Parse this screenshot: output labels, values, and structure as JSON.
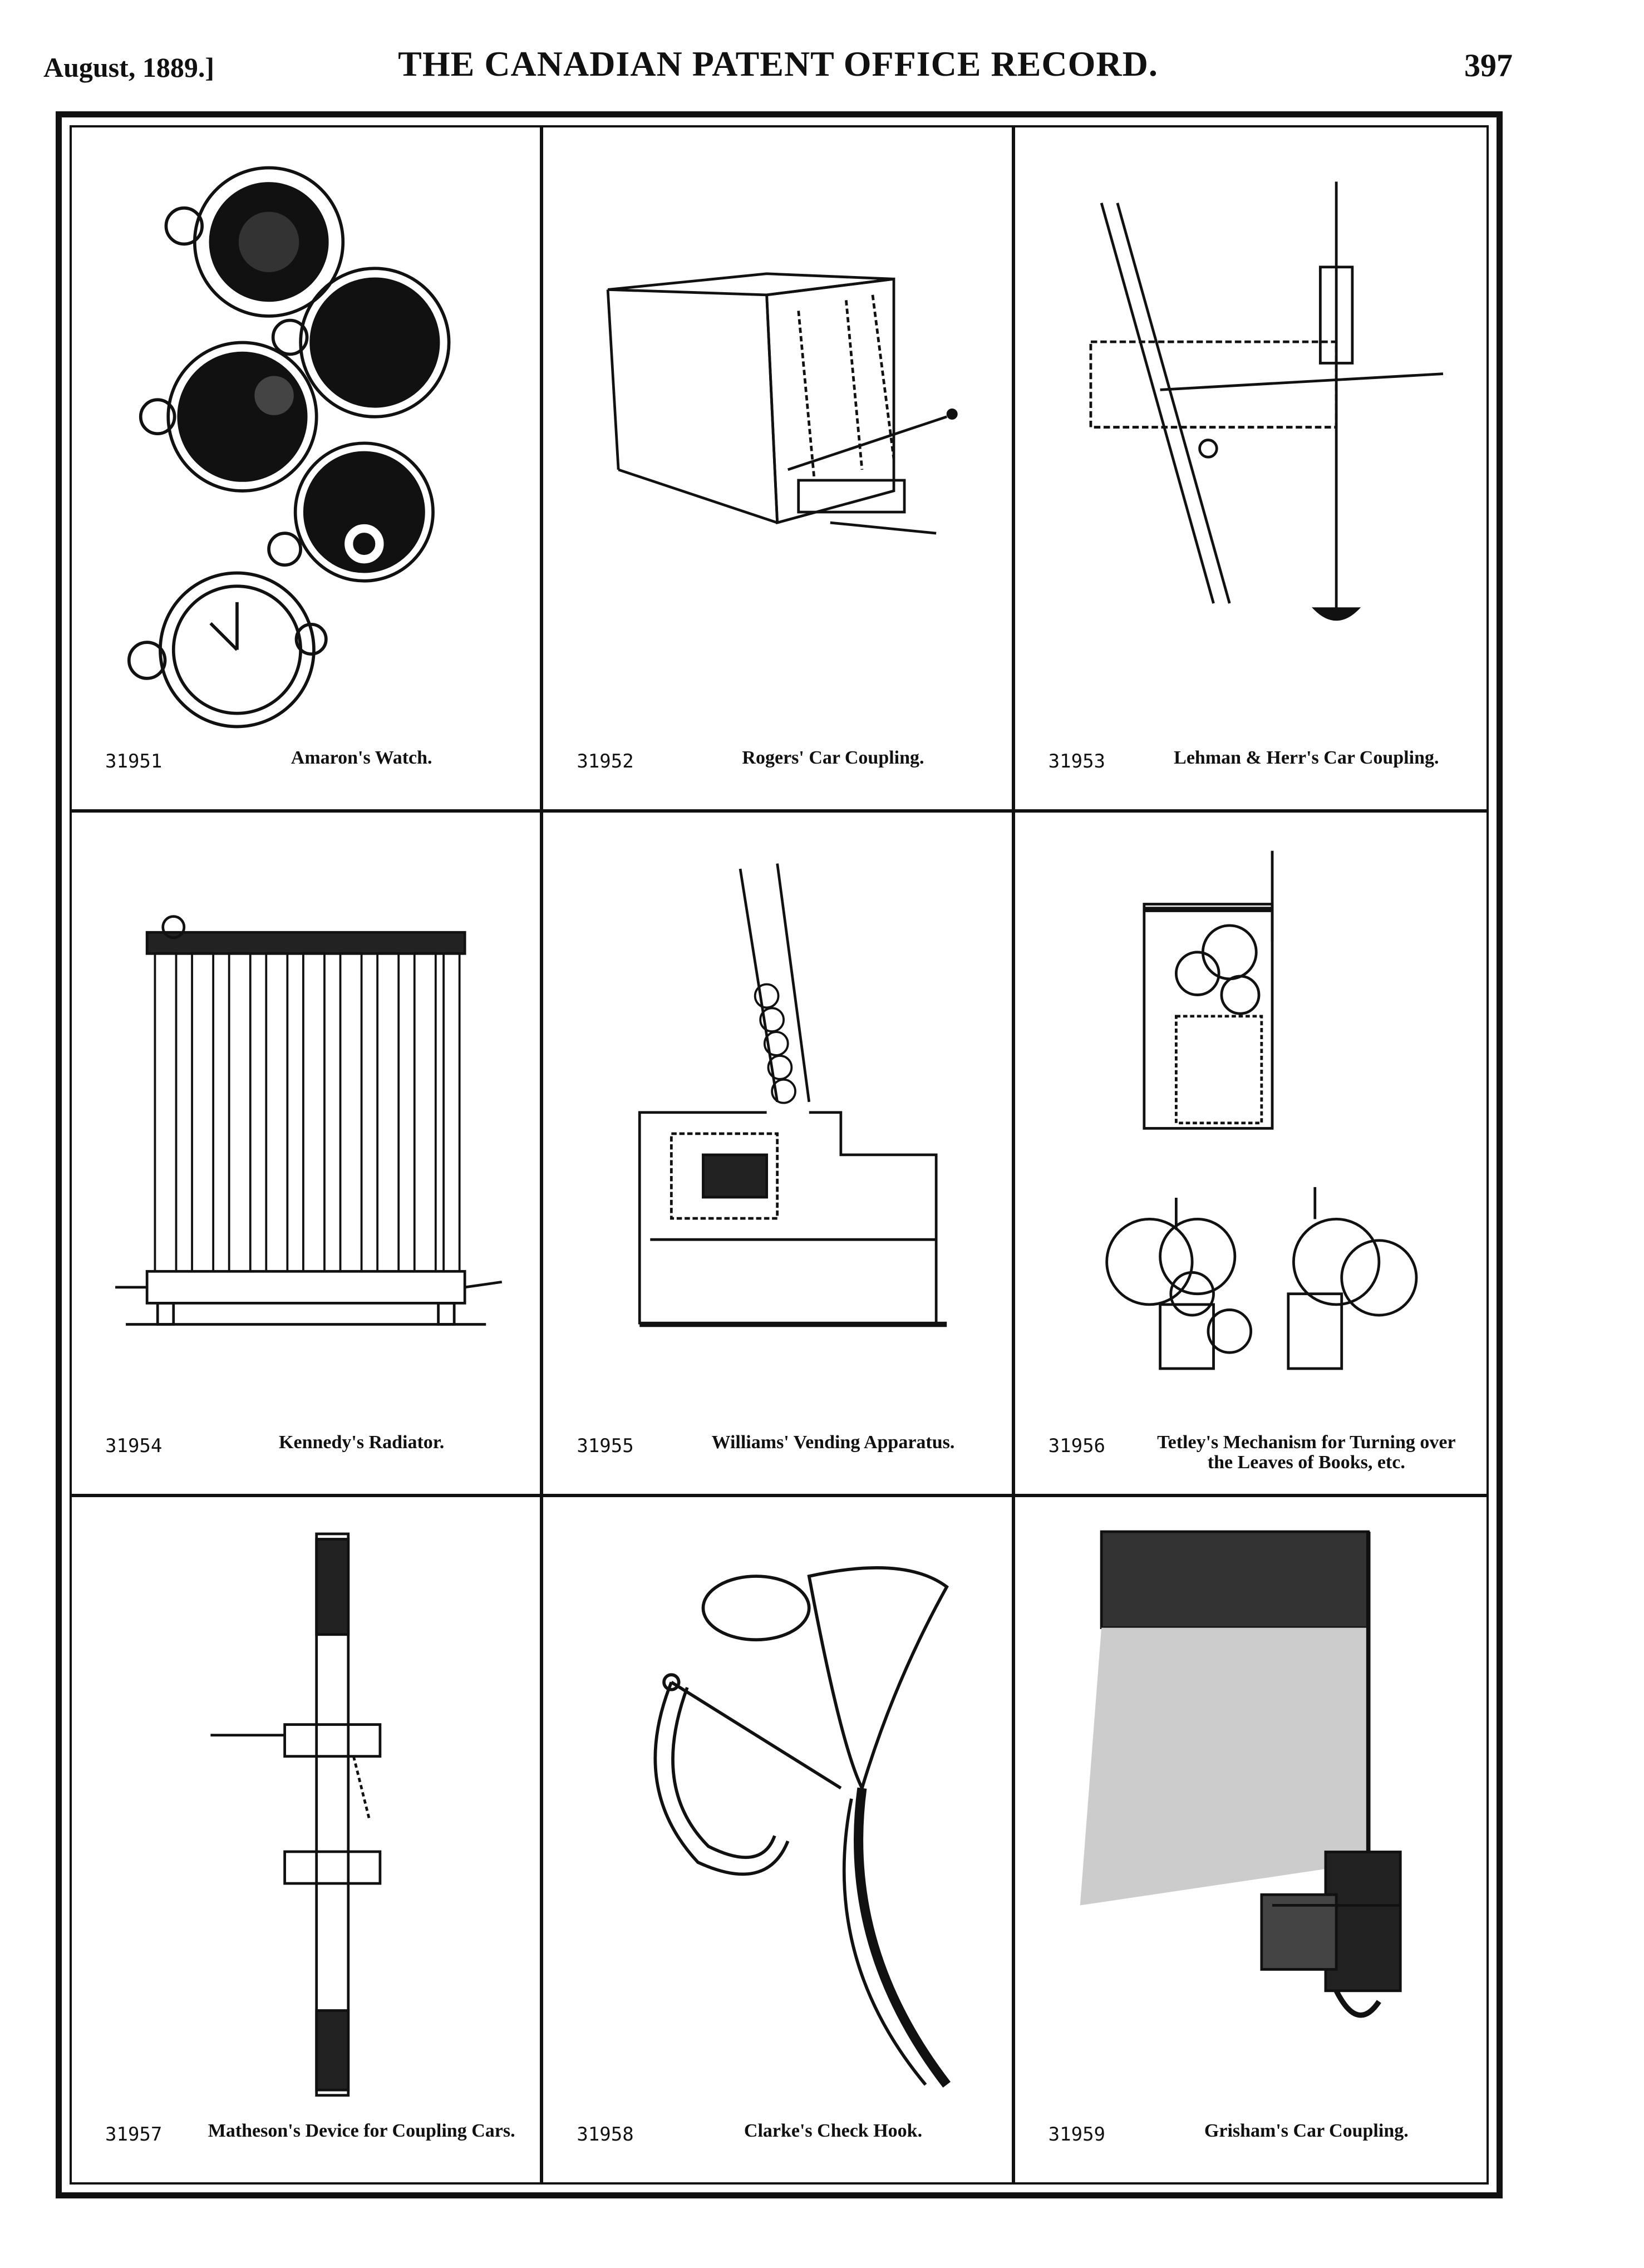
{
  "header": {
    "date": "August, 1889.]",
    "title": "THE CANADIAN PATENT OFFICE RECORD.",
    "page_number": "397"
  },
  "patents": [
    {
      "number": "31951",
      "title": "Amaron's Watch."
    },
    {
      "number": "31952",
      "title": "Rogers' Car Coupling."
    },
    {
      "number": "31953",
      "title": "Lehman & Herr's Car Coupling."
    },
    {
      "number": "31954",
      "title": "Kennedy's Radiator."
    },
    {
      "number": "31955",
      "title": "Williams' Vending Apparatus."
    },
    {
      "number": "31956",
      "title": "Tetley's Mechanism for Turning over the Leaves of Books, etc."
    },
    {
      "number": "31957",
      "title": "Matheson's Device for Coupling Cars."
    },
    {
      "number": "31958",
      "title": "Clarke's Check Hook."
    },
    {
      "number": "31959",
      "title": "Grisham's Car Coupling."
    }
  ]
}
